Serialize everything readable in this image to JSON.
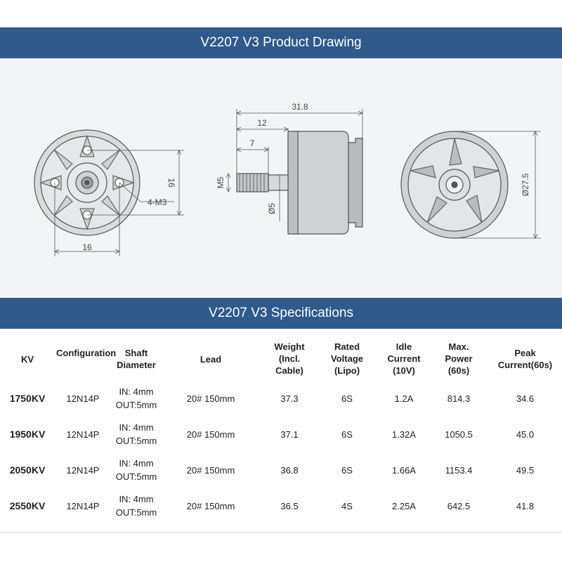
{
  "drawing_section": {
    "title": "V2207 V3 Product Drawing",
    "dims": {
      "front_height": "16",
      "front_width": "16",
      "mount_holes": "4-M3",
      "total_length": "31.8",
      "shaft_length": "12",
      "thread_length": "7",
      "thread": "M5",
      "shaft_diameter": "Ø5",
      "bell_diameter": "Ø27.5"
    }
  },
  "spec_section": {
    "title": "V2207 V3 Specifications",
    "headers": {
      "kv": "KV",
      "config": "Configuration",
      "shaft": "Shaft Diameter",
      "lead": "Lead",
      "weight": "Weight (Incl. Cable)",
      "voltage": "Rated Voltage (Lipo)",
      "idle": "Idle Current (10V)",
      "power": "Max. Power (60s)",
      "peak": "Peak Current(60s)"
    },
    "rows": [
      {
        "kv": "1750KV",
        "config": "12N14P",
        "shaft_in": "IN: 4mm",
        "shaft_out": "OUT:5mm",
        "lead": "20# 150mm",
        "weight": "37.3",
        "voltage": "6S",
        "idle": "1.2A",
        "power": "814.3",
        "peak": "34.6"
      },
      {
        "kv": "1950KV",
        "config": "12N14P",
        "shaft_in": "IN: 4mm",
        "shaft_out": "OUT:5mm",
        "lead": "20# 150mm",
        "weight": "37.1",
        "voltage": "6S",
        "idle": "1.32A",
        "power": "1050.5",
        "peak": "45.0"
      },
      {
        "kv": "2050KV",
        "config": "12N14P",
        "shaft_in": "IN: 4mm",
        "shaft_out": "OUT:5mm",
        "lead": "20# 150mm",
        "weight": "36.8",
        "voltage": "6S",
        "idle": "1.66A",
        "power": "1153.4",
        "peak": "49.5"
      },
      {
        "kv": "2550KV",
        "config": "12N14P",
        "shaft_in": "IN: 4mm",
        "shaft_out": "OUT:5mm",
        "lead": "20# 150mm",
        "weight": "36.5",
        "voltage": "4S",
        "idle": "2.25A",
        "power": "642.5",
        "peak": "41.8"
      }
    ]
  }
}
